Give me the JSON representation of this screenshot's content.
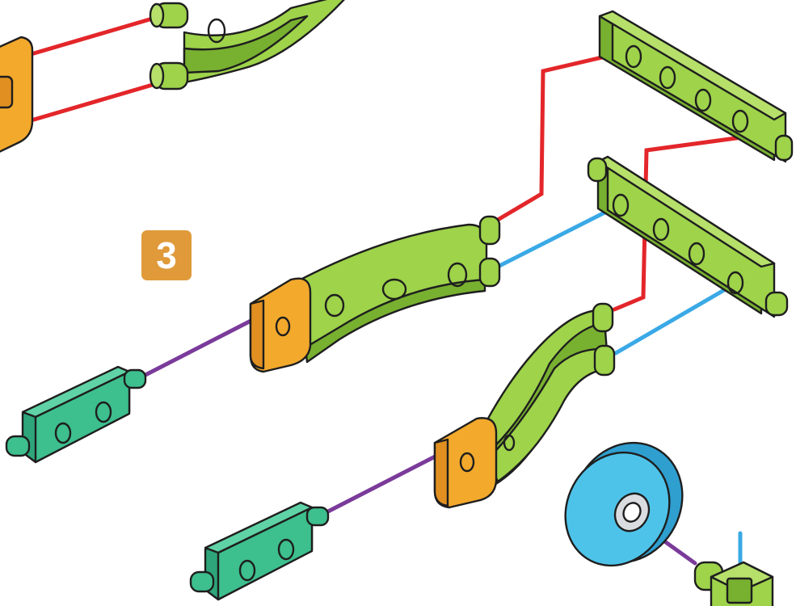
{
  "step": {
    "number": "3"
  },
  "colors": {
    "badge": "#e09a3a",
    "green_part": "#9ed34a",
    "green_part_shade": "#78b030",
    "orange_part": "#f3a92c",
    "teal_part": "#3dbf8e",
    "tire": "#4ec3ea",
    "red_guide": "#e3262a",
    "blue_guide": "#3aa9e6",
    "purple_guide": "#7a3b9a"
  },
  "icons": [
    "curved-connector",
    "straight-beam",
    "axle-block",
    "wheel",
    "orange-clip"
  ]
}
